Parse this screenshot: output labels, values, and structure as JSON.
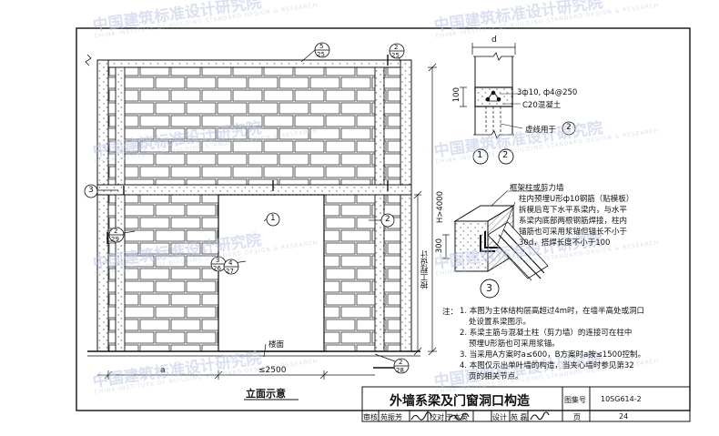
{
  "watermark": {
    "name": "中国建筑标准设计研究院",
    "subtitle": "CHINA INSTITUTE OF BUILDING STANDARD DESIGN & RESEARCH"
  },
  "elevation": {
    "caption": "立面示意",
    "floor_label": "楼面",
    "opening_width": "≤2500",
    "dim_a": "a",
    "height_limit": "H>4000",
    "per_design": "按工程设计"
  },
  "refs": {
    "ref_5_25": {
      "top": "5",
      "bottom": "25"
    },
    "ref_2_25": {
      "top": "2",
      "bottom": "25"
    },
    "ref_3_26_4_27": {
      "a_top": "3",
      "a_bottom": "26",
      "b_top": "4",
      "b_bottom": "27"
    },
    "ref_2_29": {
      "top": "2",
      "bottom": "29"
    },
    "ref_2_28": {
      "top": "2",
      "bottom": "28"
    }
  },
  "callouts": {
    "c1": "1",
    "c2": "2",
    "c3": "3"
  },
  "section_detail": {
    "dim_d": "d",
    "dim_100": "100",
    "rebar": "3ф10, ф4@250",
    "concrete": "C20混凝土",
    "dashed_for": "虚线用于",
    "circle_2": "2",
    "tags": [
      "1",
      "2"
    ]
  },
  "column_detail": {
    "title": "框架柱或剪力墙",
    "desc": [
      "柱内预埋U形ф10钢筋（贴模板）",
      "拆模后弯下水平系梁内，与水平",
      "系梁内底部两根钢筋焊接，柱内",
      "锚筋也可采用浆锚但锚长不小于",
      "30d，搭焊长度不小于100"
    ],
    "dim_300": "300",
    "tag": "3"
  },
  "notes": {
    "label": "注：",
    "items": [
      "1. 本图为主体结构层高超过4m时，在墙半高处或洞口",
      "处设置系梁图示。",
      "2. 系梁主筋与混凝土柱（剪力墙）的连接可在柱中",
      "预埋U形筋也可采用浆锚。",
      "3. 当采用A方案时a≤600，B方案时a按≤1500控制。",
      "4. 本图仅示出单叶墙的构造，当夹心墙时参见第32",
      "页的相关节点。"
    ]
  },
  "title_block": {
    "title": "外墙系梁及门窗洞口构造",
    "atlas_label": "图集号",
    "atlas_no": "10SG614-2",
    "review_label": "审核",
    "reviewer": "苑振芳",
    "check_label": "校对",
    "checker": "于本英",
    "design_label": "设计",
    "designer": "苑 磊",
    "page_label": "页",
    "page_no": "24"
  }
}
